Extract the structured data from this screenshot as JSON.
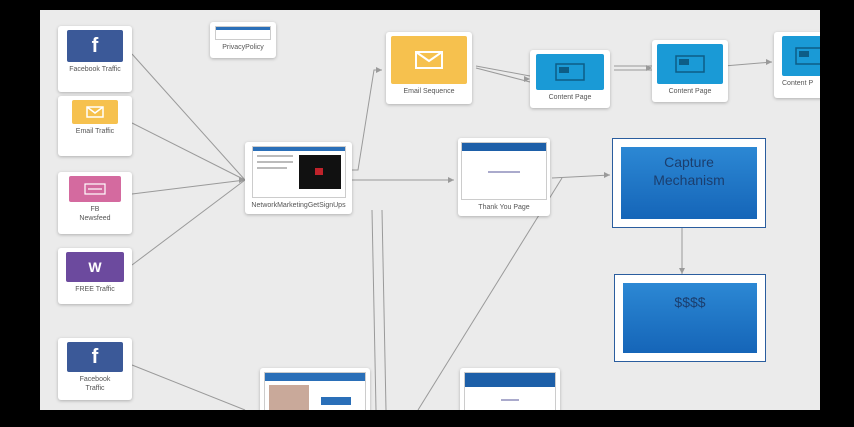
{
  "nodes": {
    "facebook_traffic_1": {
      "label": "Facebook Traffic",
      "icon": "facebook-icon"
    },
    "email_traffic": {
      "label": "Email Traffic",
      "icon": "envelope-icon"
    },
    "fb_newsfeed": {
      "label": "FB Newsfeed",
      "icon": "newsfeed-icon"
    },
    "free_traffic": {
      "label": "FREE Traffic",
      "icon": "wordpress-icon"
    },
    "facebook_traffic_2": {
      "label": "Facebook Traffic",
      "icon": "facebook-icon"
    },
    "privacy_policy": {
      "label": "PrivacyPolicy"
    },
    "signup_page": {
      "label": "NetworkMarketingGetSignUps"
    },
    "email_sequence": {
      "label": "Email Sequence",
      "icon": "envelope-icon"
    },
    "content_page_1": {
      "label": "Content Page"
    },
    "content_page_2": {
      "label": "Content Page"
    },
    "content_page_3": {
      "label": "Content P"
    },
    "thank_you_page": {
      "label": "Thank You Page"
    }
  },
  "boxes": {
    "capture": {
      "label": "Capture Mechanism"
    },
    "money": {
      "label": "$$$$"
    }
  },
  "colors": {
    "facebook": "#3b5998",
    "email": "#f6c14e",
    "newsfeed": "#d46a9f",
    "free": "#6c4a9e",
    "content": "#1a9ad6",
    "box_border": "#2a5d9e"
  }
}
